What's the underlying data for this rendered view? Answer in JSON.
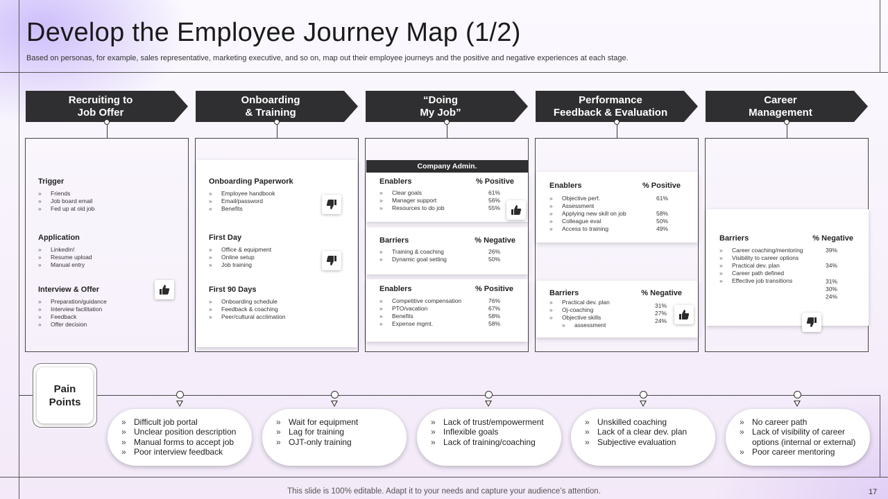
{
  "title": "Develop the Employee Journey Map (1/2)",
  "subtitle": "Based on personas, for example, sales representative, marketing executive, and so on, map out their employee journeys and the positive and negative experiences at each stage.",
  "stages": [
    {
      "label": "Recruiting to\nJob Offer"
    },
    {
      "label": "Onboarding\n& Training"
    },
    {
      "label": "“Doing\nMy Job”"
    },
    {
      "label": "Performance\nFeedback & Evaluation"
    },
    {
      "label": "Career\nManagement"
    }
  ],
  "col1": {
    "sections": [
      {
        "header": "Trigger",
        "items": [
          "Friends",
          "Job board email",
          "Fed up at old job"
        ]
      },
      {
        "header": "Application",
        "items": [
          "LinkedIn!",
          "Resume upload",
          "Manual entry"
        ]
      },
      {
        "header": "Interview & Offer",
        "items": [
          "Preparation/guidance",
          "Interview facilitation",
          "Feedback",
          "Offer decision"
        ]
      }
    ],
    "icon": "thumbs-up-icon"
  },
  "col2": {
    "sections": [
      {
        "header": "Onboarding Paperwork",
        "items": [
          "Employee handbook",
          "Email/password",
          "Benefits"
        ],
        "icon": "thumbs-down-icon"
      },
      {
        "header": "First Day",
        "items": [
          "Office & equipment",
          "Online setup",
          "Job training"
        ],
        "icon": "thumbs-down-icon"
      },
      {
        "header": "First 90 Days",
        "items": [
          "Onboarding schedule",
          "Feedback & coaching",
          "Peer/cultural acclimation"
        ]
      }
    ]
  },
  "col3": {
    "admin_label": "Company Admin.",
    "enablers1": {
      "header": "Enablers",
      "pct_header": "% Positive",
      "items": [
        "Clear goals",
        "Manager support",
        "Resources to do job"
      ],
      "pcts": [
        "61%",
        "56%",
        "55%"
      ],
      "icon": "thumbs-up-icon"
    },
    "barriers": {
      "header": "Barriers",
      "pct_header": "% Negative",
      "items": [
        "Training & coaching",
        "Dynamic goal setting"
      ],
      "pcts": [
        "26%",
        "50%"
      ]
    },
    "enablers2": {
      "header": "Enablers",
      "pct_header": "% Positive",
      "items": [
        "Competitive compensation",
        "PTO/vacation",
        "Benefits",
        "Expense mgmt."
      ],
      "pcts": [
        "76%",
        "67%",
        "58%",
        "58%"
      ]
    }
  },
  "col4": {
    "enablers": {
      "header": "Enablers",
      "pct_header": "% Positive",
      "items": [
        "Objective perf.",
        "Assessment",
        "Applying new skill on job",
        "Colleague eval",
        "Access to training"
      ],
      "pcts": [
        "61%",
        "",
        "58%",
        "50%",
        "49%"
      ]
    },
    "barriers": {
      "header": "Barriers",
      "pct_header": "% Negative",
      "items": [
        "Practical dev. plan",
        "Oj-coaching",
        "Objective skills",
        "assessment"
      ],
      "pcts": [
        "31%",
        "27%",
        "24%"
      ],
      "icon": "thumbs-up-icon"
    }
  },
  "col5": {
    "barriers": {
      "header": "Barriers",
      "pct_header": "% Negative",
      "items": [
        "Career coaching/mentoring",
        "Visibility to career options",
        "Practical dev. plan",
        "Career path defined",
        "Effective job transitions"
      ],
      "pcts": [
        "39%",
        "",
        "34%",
        "",
        "31%",
        "30%",
        "24%"
      ],
      "icon": "thumbs-down-icon"
    }
  },
  "pain_points": {
    "label": "Pain\nPoints",
    "groups": [
      [
        "Difficult job portal",
        "Unclear position description",
        "Manual forms to accept job",
        "Poor interview feedback"
      ],
      [
        "Wait for equipment",
        "Lag for training",
        "OJT-only training"
      ],
      [
        "Lack of trust/empowerment",
        "Inflexible goals",
        "Lack of training/coaching"
      ],
      [
        "Unskilled coaching",
        "Lack of a clear dev. plan",
        "Subjective evaluation"
      ],
      [
        "No career path",
        "Lack of visibility of career options (internal or external)",
        "Poor career mentoring"
      ]
    ]
  },
  "footer": "This slide is 100% editable. Adapt it to your needs and capture your audience’s attention.",
  "page_number": "17"
}
